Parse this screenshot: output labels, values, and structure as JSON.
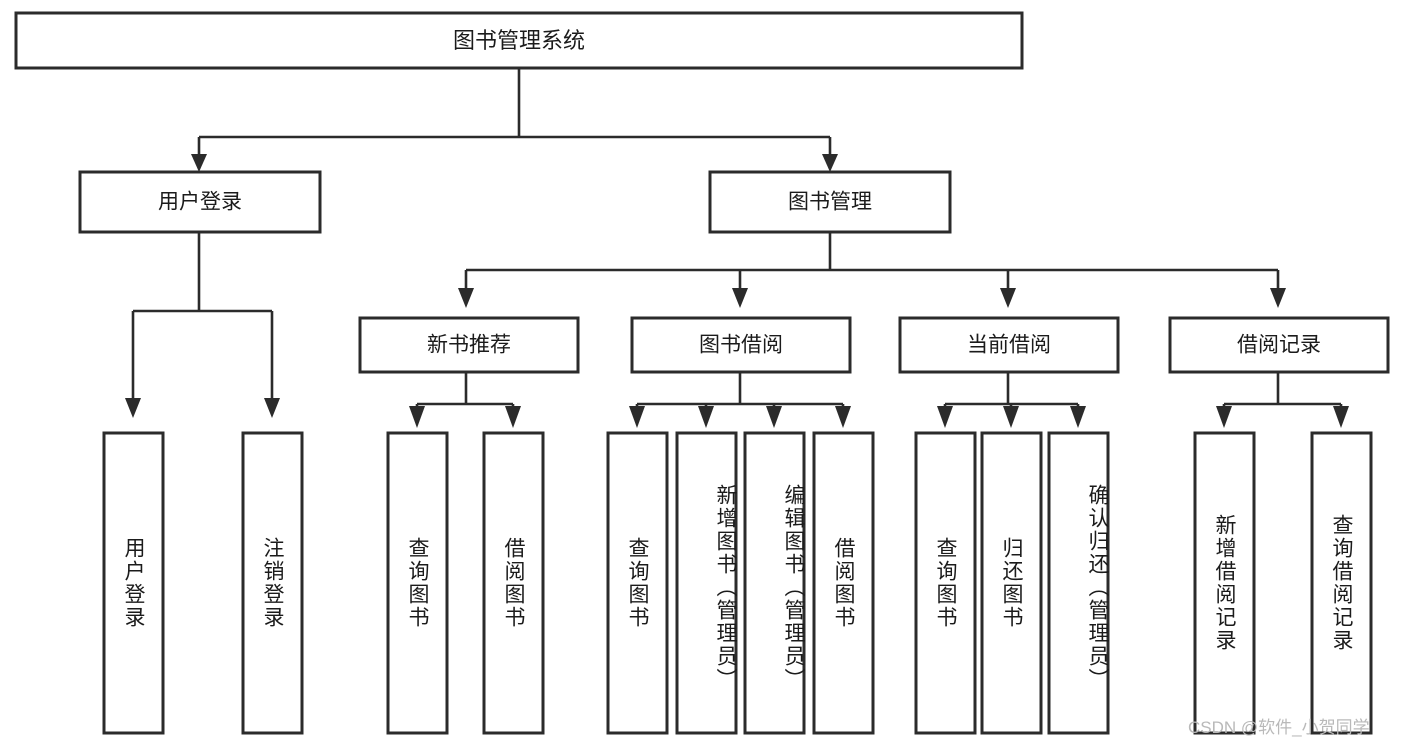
{
  "diagram": {
    "type": "hierarchy-tree",
    "title": "图书管理系统",
    "watermark": "CSDN @软件_小贺同学",
    "colors": {
      "box_stroke": "#2b2b2b",
      "box_fill": "#ffffff",
      "connector": "#2b2b2b",
      "text": "#1b1b1b",
      "background": "#ffffff",
      "watermark": "#b9b9b9"
    },
    "levels": {
      "root": {
        "label": "图书管理系统"
      },
      "level2": [
        {
          "label": "用户登录"
        },
        {
          "label": "图书管理"
        }
      ],
      "level3": [
        {
          "label": "新书推荐"
        },
        {
          "label": "图书借阅"
        },
        {
          "label": "当前借阅"
        },
        {
          "label": "借阅记录"
        }
      ],
      "leaves": {
        "user_login": [
          {
            "label": "用户登录"
          },
          {
            "label": "注销登录"
          }
        ],
        "new_book_recommend": [
          {
            "label": "查询图书"
          },
          {
            "label": "借阅图书"
          }
        ],
        "book_borrow": [
          {
            "label": "查询图书"
          },
          {
            "label": "新增图书（管理员）"
          },
          {
            "label": "编辑图书（管理员）"
          },
          {
            "label": "借阅图书"
          }
        ],
        "current_borrow": [
          {
            "label": "查询图书"
          },
          {
            "label": "归还图书"
          },
          {
            "label": "确认归还（管理员）"
          }
        ],
        "borrow_record": [
          {
            "label": "新增借阅记录"
          },
          {
            "label": "查询借阅记录"
          }
        ]
      }
    }
  }
}
